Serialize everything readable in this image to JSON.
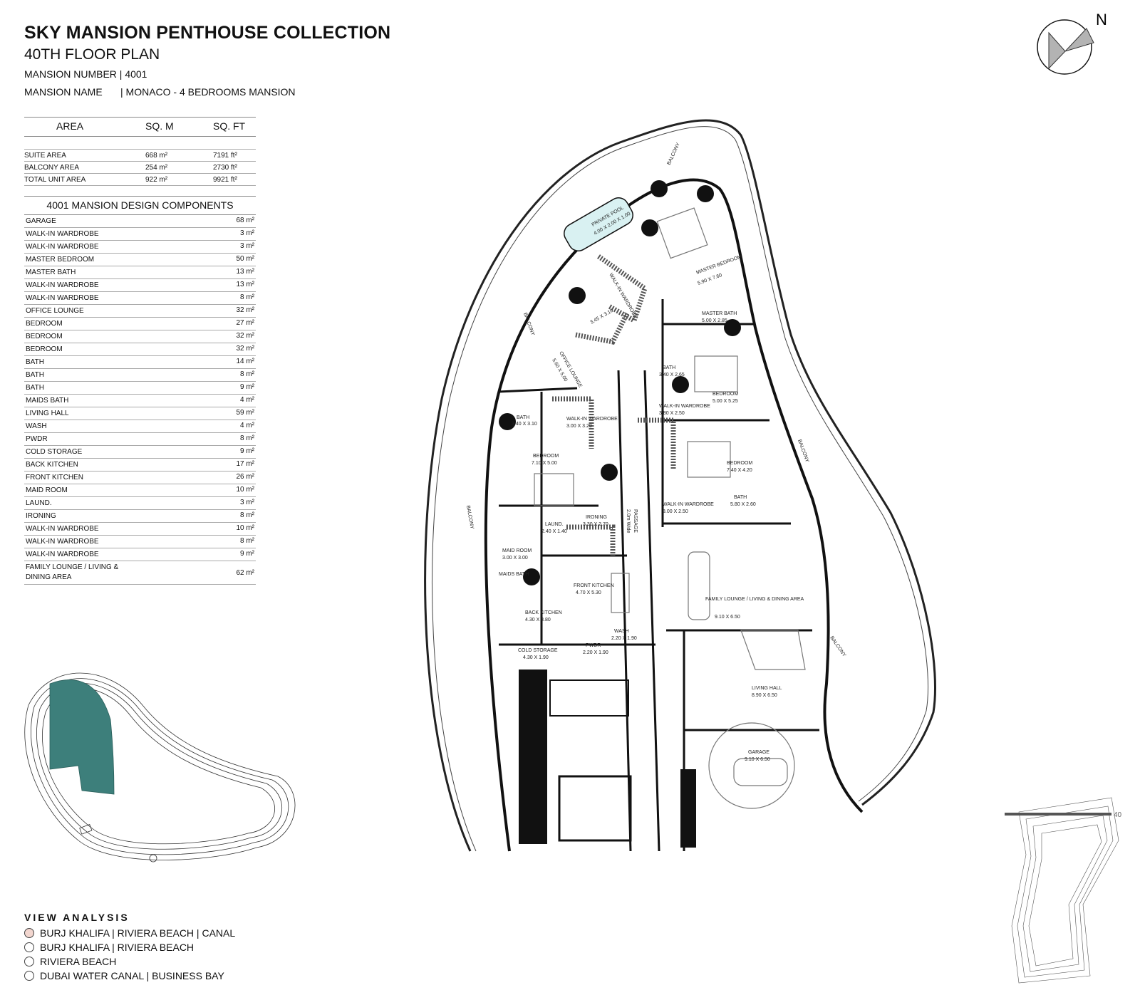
{
  "header": {
    "title": "SKY MANSION PENTHOUSE COLLECTION",
    "floor_plan": "40TH FLOOR PLAN",
    "mansion_number_label": "MANSION NUMBER",
    "mansion_number": "| 4001",
    "mansion_name_label": "MANSION NAME",
    "mansion_name": "| MONACO - 4 BEDROOMS MANSION"
  },
  "area_table": {
    "headers": [
      "AREA",
      "SQ. M",
      "SQ. FT"
    ],
    "rows": [
      [
        "SUITE AREA",
        "668 m²",
        "7191 ft²"
      ],
      [
        "BALCONY AREA",
        "254 m²",
        "2730 ft²"
      ],
      [
        "TOTAL UNIT AREA",
        "922 m²",
        "9921 ft²"
      ]
    ]
  },
  "components": {
    "heading": "4001 MANSION DESIGN COMPONENTS",
    "rows": [
      [
        "GARAGE",
        "68 m²"
      ],
      [
        "WALK-IN WARDROBE",
        "3 m²"
      ],
      [
        "WALK-IN WARDROBE",
        "3 m²"
      ],
      [
        "MASTER BEDROOM",
        "50 m²"
      ],
      [
        "MASTER BATH",
        "13 m²"
      ],
      [
        "WALK-IN WARDROBE",
        "13 m²"
      ],
      [
        "WALK-IN WARDROBE",
        "8 m²"
      ],
      [
        "OFFICE LOUNGE",
        "32 m²"
      ],
      [
        "BEDROOM",
        "27 m²"
      ],
      [
        "BEDROOM",
        "32 m²"
      ],
      [
        "BEDROOM",
        "32 m²"
      ],
      [
        "BATH",
        "14 m²"
      ],
      [
        "BATH",
        "8 m²"
      ],
      [
        "BATH",
        "9 m²"
      ],
      [
        "MAIDS BATH",
        "4 m²"
      ],
      [
        "LIVING HALL",
        "59 m²"
      ],
      [
        "WASH",
        "4 m²"
      ],
      [
        "PWDR",
        "8 m²"
      ],
      [
        "COLD STORAGE",
        "9 m²"
      ],
      [
        "BACK KITCHEN",
        "17 m²"
      ],
      [
        "FRONT KITCHEN",
        "26 m²"
      ],
      [
        "MAID ROOM",
        "10 m²"
      ],
      [
        "LAUND.",
        "3 m²"
      ],
      [
        "IRONING",
        "8 m²"
      ],
      [
        "WALK-IN WARDROBE",
        "10 m²"
      ],
      [
        "WALK-IN WARDROBE",
        "8 m²"
      ],
      [
        "WALK-IN WARDROBE",
        "9 m²"
      ],
      [
        "FAMILY LOUNGE / LIVING & DINING AREA",
        "62 m²"
      ]
    ]
  },
  "view_analysis": {
    "heading": "VIEW ANALYSIS",
    "items": [
      {
        "label": "BURJ KHALIFA | RIVIERA BEACH | CANAL",
        "color": "#f2d6cf"
      },
      {
        "label": "BURJ KHALIFA | RIVIERA BEACH",
        "color": "#ffffff"
      },
      {
        "label": "RIVIERA BEACH",
        "color": "#ffffff"
      },
      {
        "label": "DUBAI WATER CANAL | BUSINESS BAY",
        "color": "#ffffff"
      }
    ]
  },
  "compass": {
    "label": "N"
  },
  "floor_marker": "40",
  "plan_labels": {
    "balcony": "BALCONY",
    "private_pool": "PRIVATE POOL",
    "private_pool_dim": "4.00 X 2.00 X 1.00",
    "master_bedroom": "MASTER BEDROOM",
    "master_bedroom_dim": "5.90 X 7.60",
    "master_bath": "MASTER BATH",
    "master_bath_dim": "5.00 X 2.85",
    "walk_in_wardrobe": "WALK-IN WARDROBE",
    "wardrobe_dim_a": "3.45 X 3.10",
    "office_lounge": "OFFICE LOUNGE",
    "office_lounge_dim": "5.60 X 5.00",
    "bath": "BATH",
    "bath_dim_a": "3.40 X 2.65",
    "bedroom": "BEDROOM",
    "bedroom_dim_a": "5.00 X 5.25",
    "wardrobe_dim_b": "3.80 X 2.50",
    "bedroom_dim_b": "7.40 X 4.20",
    "wardrobe_dim_c": "3.00 X 2.50",
    "bath_dim_b": "5.80 X 2.60",
    "bath_dim_c": "3.40 X 3.10",
    "wardrobe_dim_d": "3.00 X 3.20",
    "bedroom_dim_c": "7.10 X 5.00",
    "passage": "PASSAGE",
    "passage_dim": "2.0m Wide",
    "laund": "LAUND.",
    "laund_dim": "2.40 X 1.40",
    "ironing": "IRONING",
    "ironing_dim": "3.30 X 2.70",
    "maid_room": "MAID ROOM",
    "maid_room_dim": "3.00 X 3.00",
    "maids_bath": "MAIDS BATH",
    "front_kitchen": "FRONT KITCHEN",
    "front_kitchen_dim": "4.70 X 5.30",
    "back_kitchen": "BACK KITCHEN",
    "back_kitchen_dim": "4.30 X 3.80",
    "cold_storage": "COLD STORAGE",
    "cold_storage_dim": "4.30 X 1.90",
    "pwdr": "PWDR",
    "pwdr_dim": "2.20 X 1.90",
    "wash": "WASH",
    "wash_dim": "2.20 X 1.90",
    "family_lounge": "FAMILY LOUNGE / LIVING & DINING AREA",
    "family_lounge_dim": "9.10 X 6.50",
    "living_hall": "LIVING HALL",
    "living_hall_dim": "8.90 X 6.50",
    "garage": "GARAGE",
    "garage_dim": "9.10 X 6.50"
  },
  "colors": {
    "unit_highlight": "#3d7f7b",
    "pool": "#d9f1f2"
  }
}
